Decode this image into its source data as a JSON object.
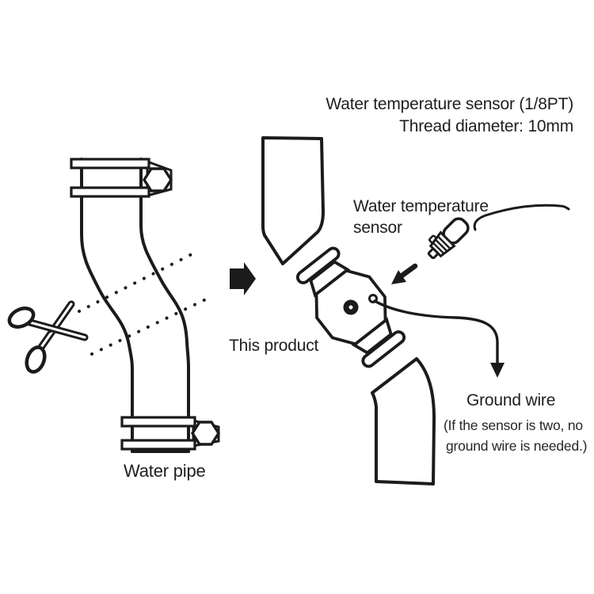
{
  "page": {
    "background": "#ffffff",
    "ink_color": "#1b1b1b",
    "description": "Installation diagram for a water temperature sensor pipe adapter"
  },
  "annotations": {
    "spec_line1": "Water temperature sensor (1/8PT)",
    "spec_line2": "Thread diameter: 10mm",
    "sensor_label_line1": "Water temperature",
    "sensor_label_line2": "sensor",
    "product_label": "This product",
    "ground_wire_label": "Ground wire",
    "ground_wire_note_line1": "(If the sensor is two, no",
    "ground_wire_note_line2": "ground wire is needed.)",
    "water_pipe_label": "Water pipe"
  },
  "icons": {
    "scissors": "scissors-icon (cut the hose here)",
    "step_arrow": "right-arrow-icon (pipe becomes cut pieces + adapter)",
    "insert_arrow": "down-left-arrow-icon (sensor screws into adapter)",
    "ground_arrow": "down-arrow-icon (wire leads to ground wire label)",
    "hose_clamp": "hex-screw hose clamp"
  }
}
